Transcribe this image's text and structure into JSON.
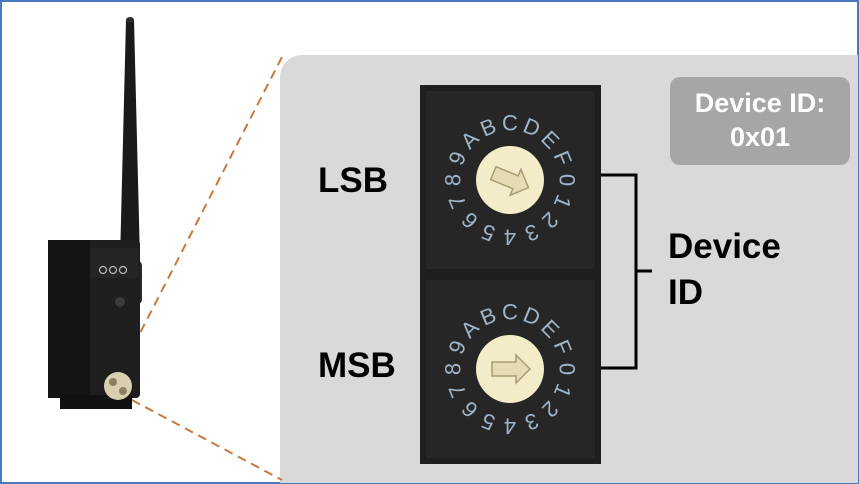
{
  "labels": {
    "lsb": "LSB",
    "msb": "MSB",
    "device_id_line1": "Device",
    "device_id_line2": "ID"
  },
  "badge": {
    "line1": "Device ID:",
    "line2": "0x01"
  },
  "dials": {
    "ring_chars": [
      "0",
      "1",
      "2",
      "3",
      "4",
      "5",
      "6",
      "7",
      "8",
      "9",
      "A",
      "B",
      "C",
      "D",
      "E",
      "F"
    ],
    "lsb_value": "1",
    "msb_value": "0"
  },
  "colors": {
    "frame": "#4a78c0",
    "panel": "#d9d9d9",
    "badge": "#a6a6a6",
    "leader_line": "#c8783c",
    "dial_body": "#1f1f1f",
    "dial_text": "#9fb4c8",
    "knob": "#f3ecc8"
  }
}
